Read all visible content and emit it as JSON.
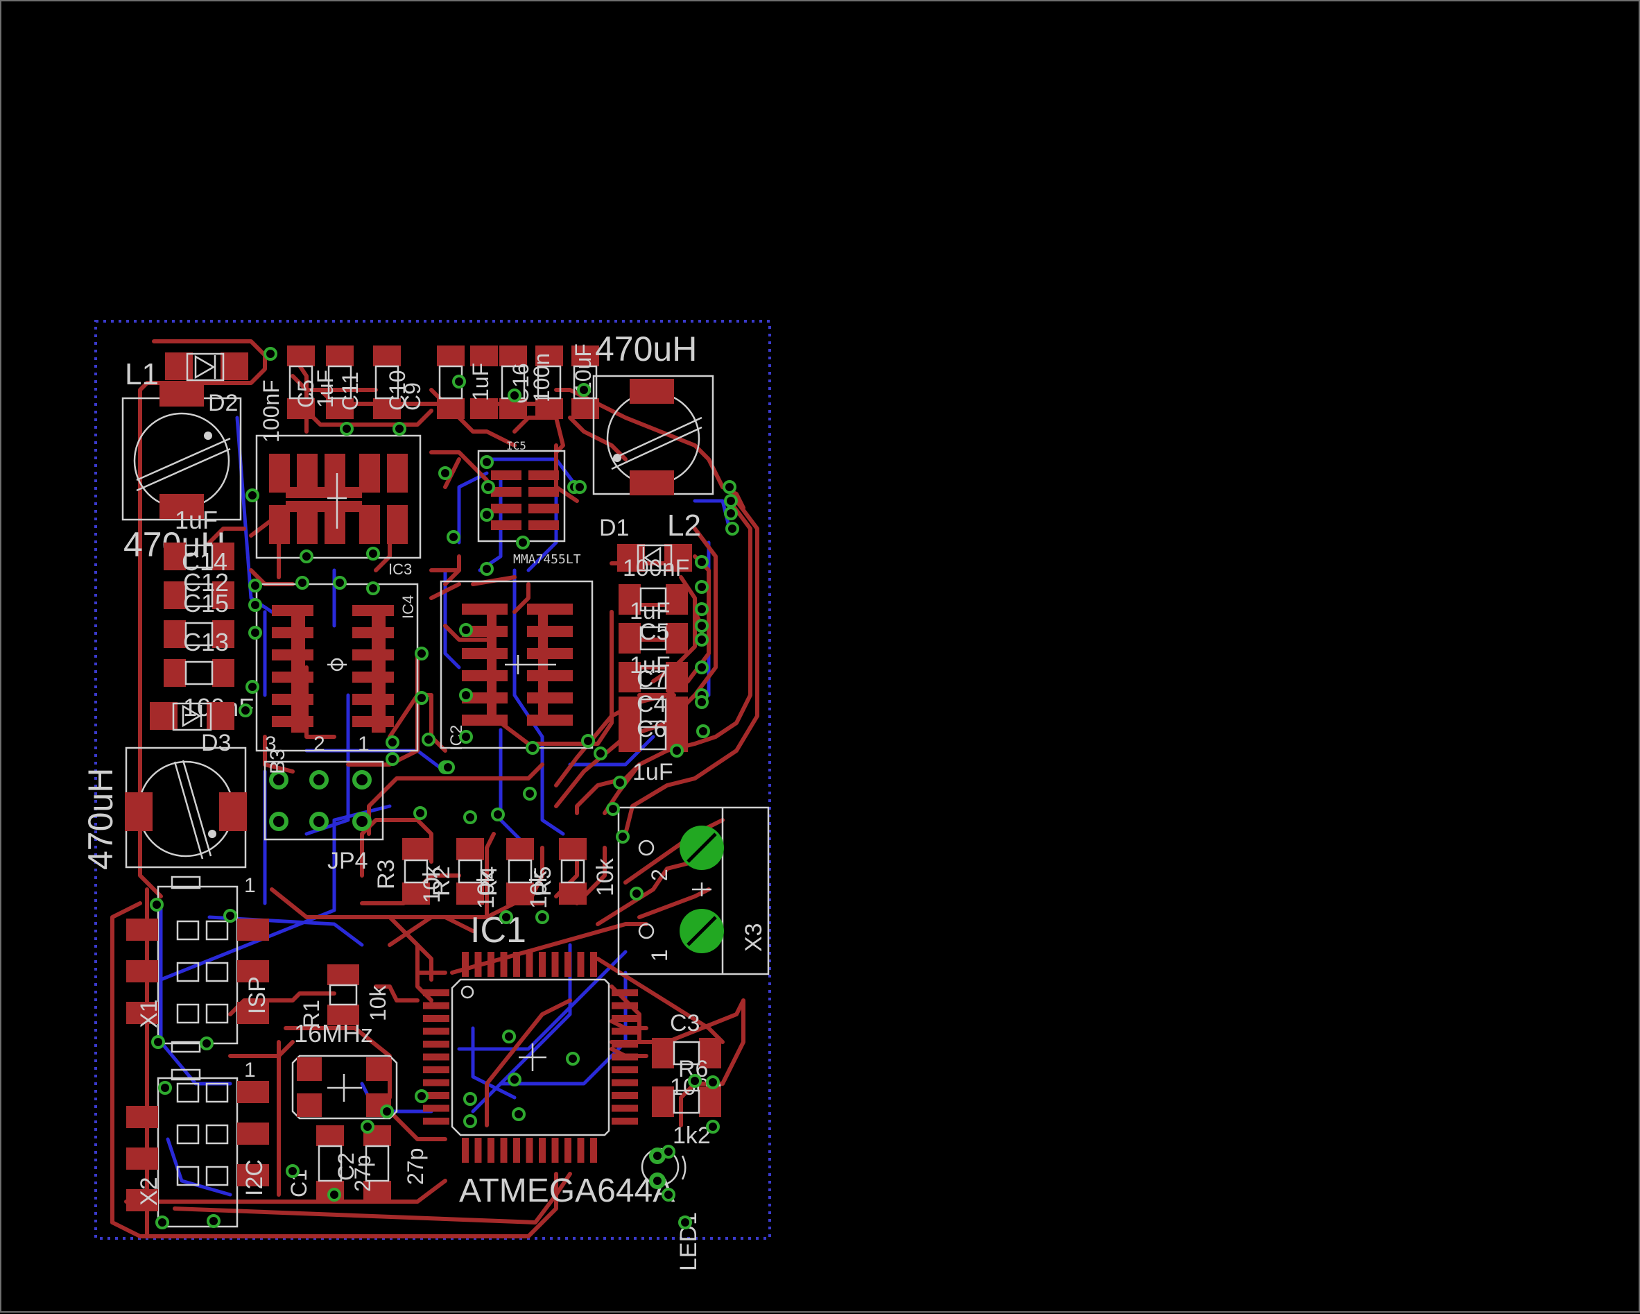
{
  "colors": {
    "background": "#000000",
    "copper_top": "#a52a2a",
    "copper_bottom": "#2a2ad9",
    "via_ring": "#2fa92f",
    "silkscreen": "#d0d0d0",
    "board_outline": "#3a3acc"
  },
  "labels": {
    "l1": "L1",
    "l1_value": "470uH",
    "l2": "L2",
    "l2_value": "470uH",
    "l3_value": "470uH",
    "d1": "D1",
    "d2": "D2",
    "d3": "D3",
    "ic1": "IC1",
    "ic1_value": "ATMEGA644A",
    "ic2": "IC2",
    "ic3": "IC3",
    "ic4": "IC4",
    "ic5": "IC5",
    "ic5_value": "MMA7455LT",
    "jp4": "JP4",
    "jp_pin3": "3",
    "jp_pin2": "2",
    "jp_pin1": "1",
    "jp_b3": "B3",
    "x1": "X1",
    "x1_name": "ISP",
    "x2": "X2",
    "x2_name": "I2C",
    "x3": "X3",
    "x3_pin1": "1",
    "x3_pin2": "2",
    "conn_pin1": "1",
    "conn2_pin1": "1",
    "q1_value": "16MHz",
    "r1": "R1",
    "r1_value": "10k",
    "r3": "R3",
    "r4_value": "10k",
    "r6": "R6",
    "r6_value": "1k2",
    "c3": "C3",
    "c3_value": "100n",
    "c1": "C1",
    "c2": "C2",
    "c_27p_a": "27p",
    "c_27p_b": "27p",
    "led1": "LED1",
    "top_caps": [
      "100nF",
      "C5",
      "1uF",
      "C11",
      "C10",
      "C9",
      "1uF",
      "C16",
      "100n",
      "10uF"
    ],
    "left_caps": [
      "1uF",
      "C14",
      "C12",
      "C15",
      "C13",
      "100nF"
    ],
    "right_caps": [
      "100nF",
      "1uF",
      "C5",
      "1uF",
      "C7",
      "C4",
      "C6",
      "1uF"
    ],
    "mid_res": [
      "R2",
      "10k",
      "R4",
      "10k",
      "R5",
      "10k"
    ]
  }
}
